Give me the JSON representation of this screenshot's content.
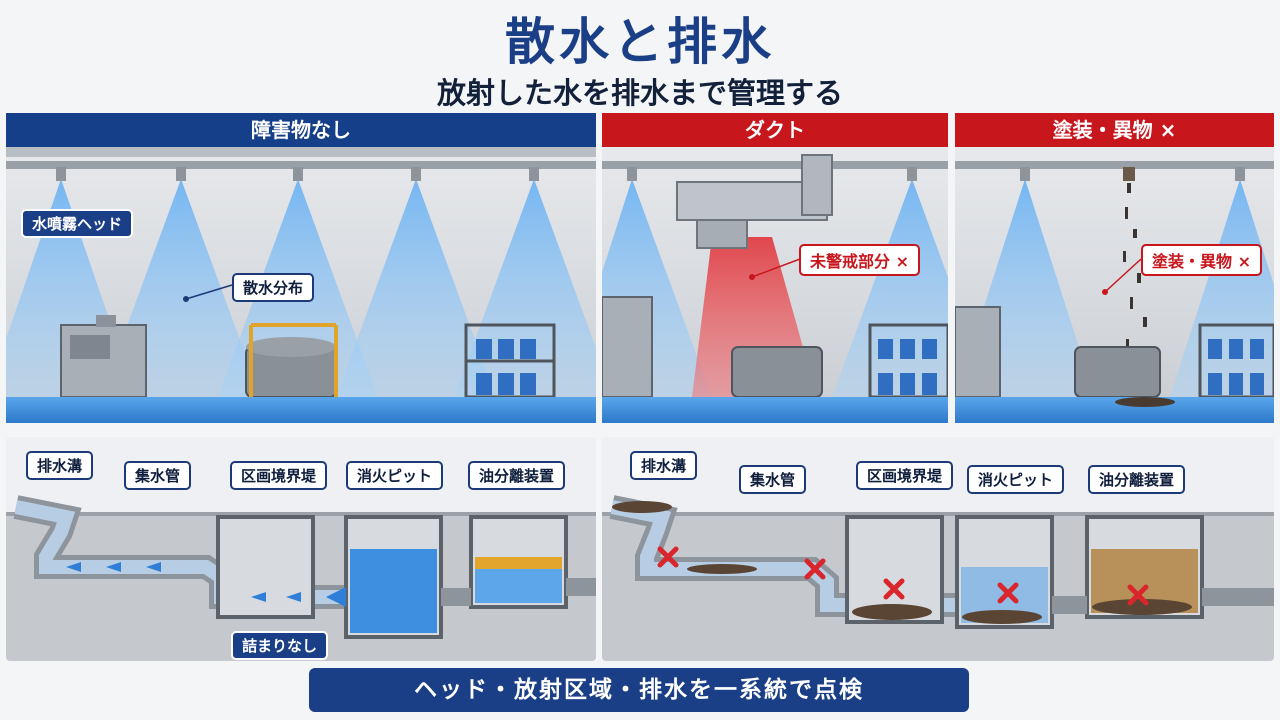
{
  "header": {
    "title": "散水と排水",
    "subtitle": "放射した水を排水まで管理する"
  },
  "top_panels": [
    {
      "label": "障害物なし",
      "color": "#153f88"
    },
    {
      "label": "ダクト",
      "color": "#c8161d"
    },
    {
      "label": "塗装・異物 ×",
      "color": "#c8161d"
    }
  ],
  "callouts": {
    "nozzle_head": "水噴霧ヘッド",
    "spray_distribution": "散水分布",
    "unprotected_area": "未警戒部分 ×",
    "paint_foreign": "塗装・異物 ×"
  },
  "drainage": {
    "left": {
      "labels": [
        "排水溝",
        "集水管",
        "区画境界堤",
        "消火ピット",
        "油分離装置"
      ],
      "status": "詰まりなし"
    },
    "right": {
      "labels": [
        "排水溝",
        "集水管",
        "区画境界堤",
        "消火ピット",
        "油分離装置"
      ]
    }
  },
  "footer": {
    "banner": "ヘッド・放射区域・排水を一系統で点検"
  },
  "colors": {
    "navy": "#1b3f86",
    "red": "#c8161d",
    "water": "#3f8fe0"
  }
}
